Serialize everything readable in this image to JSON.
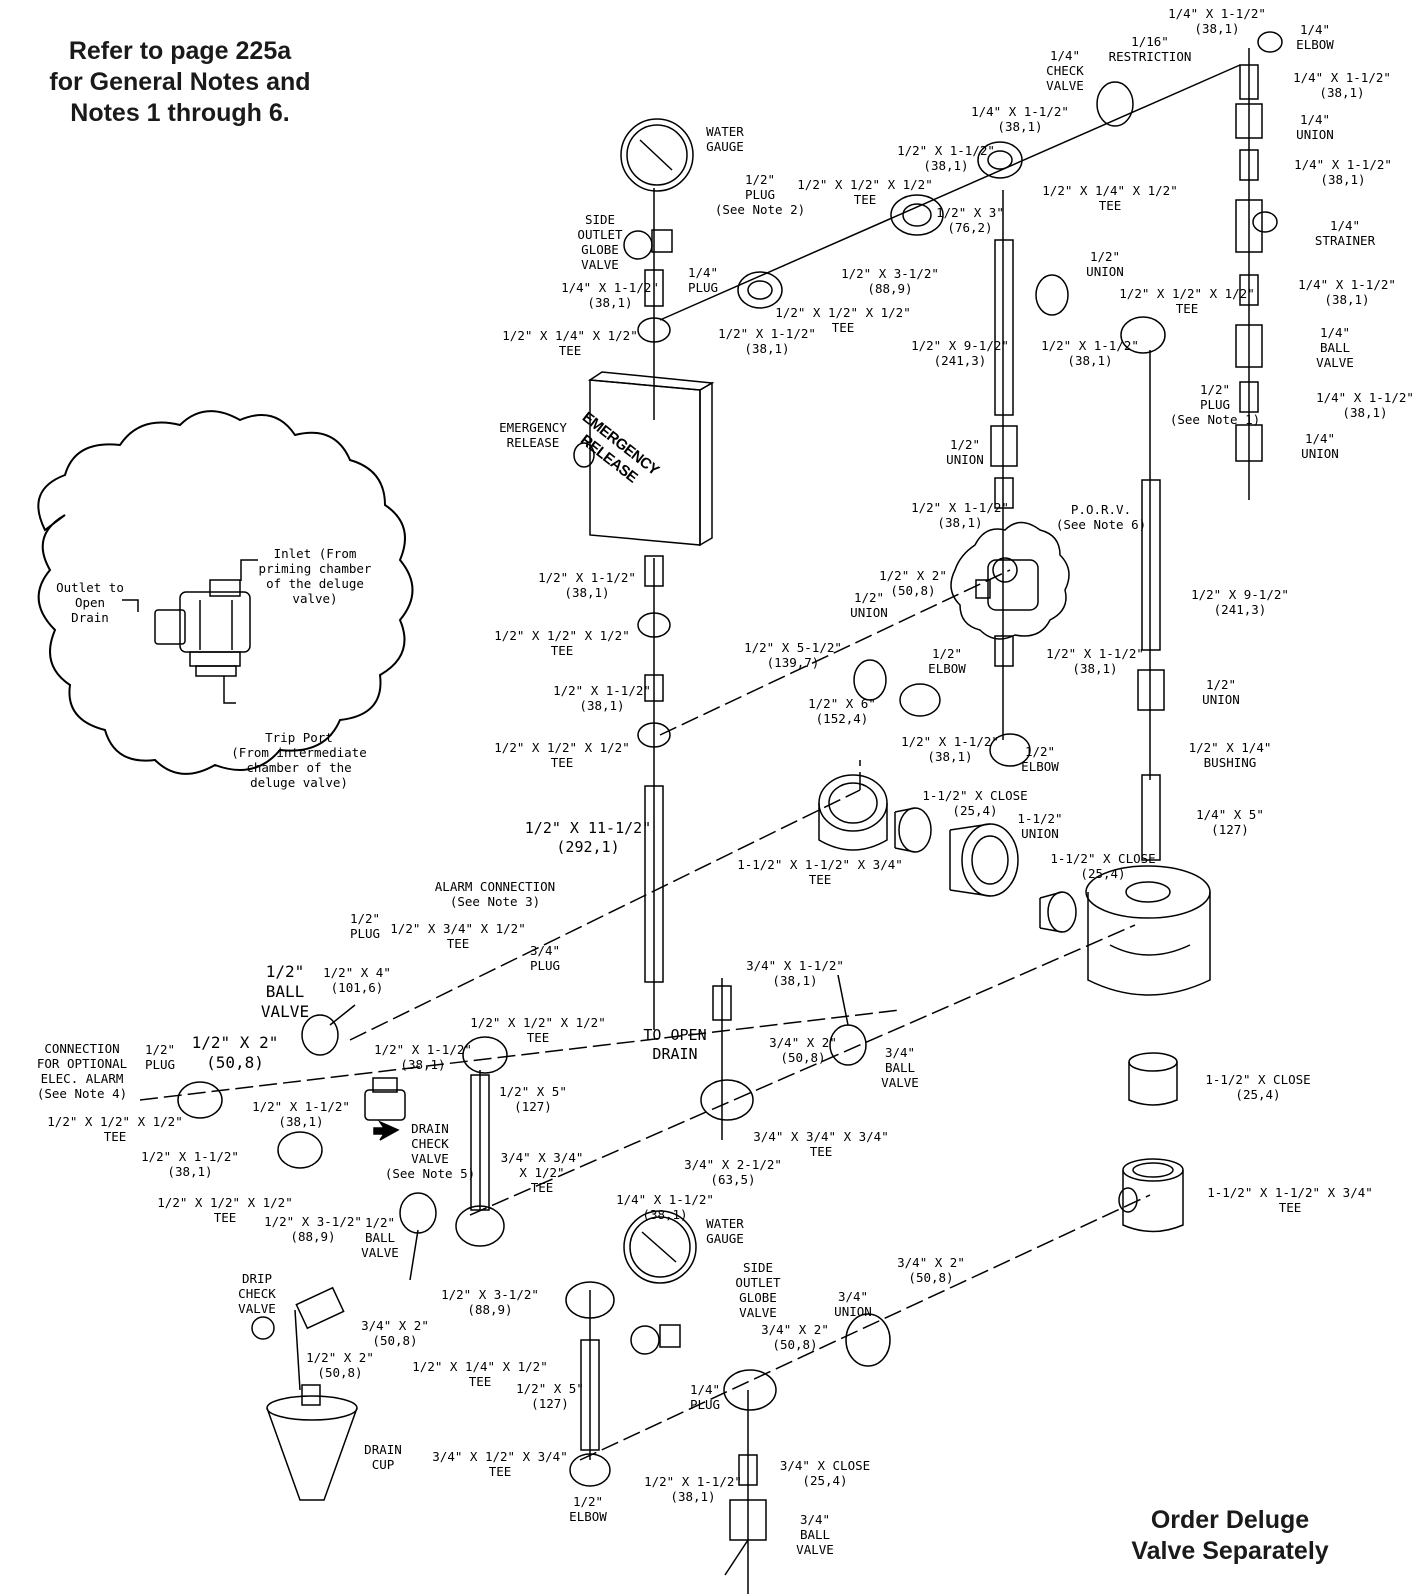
{
  "header_note": "Refer to page 225a\nfor General Notes and\nNotes 1 through 6.",
  "footer_note": "Order Deluge\nValve Separately",
  "box_face_text": "EMERGENCY\nRELEASE",
  "inset": {
    "outlet": "Outlet to\nOpen\nDrain",
    "inlet": "Inlet (From\npriming chamber\nof the deluge\nvalve)",
    "trip": "Trip Port\n(From intermediate\nchamber of the\ndeluge valve)"
  },
  "labels": {
    "t1": "1/4\" X 1-1/2\"\n(38,1)",
    "t2": "1/4\"\nELBOW",
    "t3": "1/16\"\nRESTRICTION",
    "t4": "1/4\"\nCHECK\nVALVE",
    "t5": "1/4\" X 1-1/2\"\n(38,1)",
    "t6": "1/4\"\nUNION",
    "t7": "1/4\" X 1-1/2\"\n(38,1)",
    "t8": "1/4\" X 1-1/2\"\n(38,1)",
    "t9": "WATER\nGAUGE",
    "t10": "1/2\" X 1-1/2\"\n(38,1)",
    "t11": "1/2\" X 1/2\" X 1/2\"\nTEE",
    "t12": "1/2\"\nPLUG\n(See Note 2)",
    "t13": "1/2\" X 1/4\" X 1/2\"\nTEE",
    "t14": "1/2\" X 3\"\n(76,2)",
    "t15": "1/4\"\nSTRAINER",
    "t16": "SIDE\nOUTLET\nGLOBE\nVALVE",
    "t17": "1/2\" X 3-1/2\"\n(88,9)",
    "t18": "1/2\"\nUNION",
    "t19": "1/4\"\nPLUG",
    "t20": "1/2\" X 1/2\" X 1/2\"\nTEE",
    "t21": "1/4\" X 1-1/2\"\n(38,1)",
    "t22": "1/4\" X 1-1/2\"\n(38,1)",
    "t23": "1/2\" X 1/2\" X 1/2\"\nTEE",
    "t24": "1/2\" X 1/4\" X 1/2\"\nTEE",
    "t25": "1/2\" X 1-1/2\"\n(38,1)",
    "t26": "1/4\"\nBALL\nVALVE",
    "t27": "1/2\" X 9-1/2\"\n(241,3)",
    "t28": "1/2\" X 1-1/2\"\n(38,1)",
    "t29": "1/2\"\nPLUG\n(See Note 1)",
    "t30": "1/4\" X 1-1/2\"\n(38,1)",
    "t31": "EMERGENCY\nRELEASE",
    "t32": "1/2\"\nUNION",
    "t33": "1/4\"\nUNION",
    "t34": "1/2\" X 1-1/2\"\n(38,1)",
    "t35": "P.O.R.V.\n(See Note 6)",
    "t36": "1/2\" X 1-1/2\"\n(38,1)",
    "t37": "1/2\" X 2\"\n(50,8)",
    "t38": "1/2\"\nUNION",
    "t39": "1/2\" X 9-1/2\"\n(241,3)",
    "t40": "1/2\" X 1/2\" X 1/2\"\nTEE",
    "t41": "1/2\" X 5-1/2\"\n(139,7)",
    "t42": "1/2\"\nELBOW",
    "t43": "1/2\" X 1-1/2\"\n(38,1)",
    "t44": "1/2\" X 1-1/2\"\n(38,1)",
    "t45": "1/2\" X 6\"\n(152,4)",
    "t46": "1/2\"\nUNION",
    "t47": "1/2\" X 1/2\" X 1/2\"\nTEE",
    "t48": "1/2\" X 1-1/2\"\n(38,1)",
    "t49": "1/2\"\nELBOW",
    "t50": "1/2\" X 1/4\"\nBUSHING",
    "t51": "1-1/2\" X CLOSE\n(25,4)",
    "t52": "1/4\" X 5\"\n(127)",
    "t53": "1/2\" X 11-1/2\"\n(292,1)",
    "t54": "1-1/2\"\nUNION",
    "t55": "1-1/2\" X 1-1/2\" X 3/4\"\nTEE",
    "t56": "1-1/2\" X CLOSE\n(25,4)",
    "t57": "ALARM CONNECTION\n(See Note 3)",
    "t58": "1/2\"\nPLUG",
    "t59": "1/2\" X 3/4\" X 1/2\"\nTEE",
    "t60": "3/4\"\nPLUG",
    "t61": "3/4\" X 1-1/2\"\n(38,1)",
    "t62": "1/2\"\nBALL\nVALVE",
    "t63": "1/2\" X 4\"\n(101,6)",
    "t64": "1/2\" X 2\"\n(50,8)",
    "t65": "1/2\" X 1/2\" X 1/2\"\nTEE",
    "t66": "TO OPEN\nDRAIN",
    "t67": "3/4\" X 2\"\n(50,8)",
    "t68": "3/4\"\nBALL\nVALVE",
    "t69": "1-1/2\" X CLOSE\n(25,4)",
    "t70": "CONNECTION\nFOR OPTIONAL\nELEC. ALARM\n(See Note 4)",
    "t71": "1/2\"\nPLUG",
    "t72": "1/2\" X 1-1/2\"\n(38,1)",
    "t73": "1/2\" X 5\"\n(127)",
    "t74": "1/2\" X 1-1/2\"\n(38,1)",
    "t75": "1/2\" X 1/2\" X 1/2\"\nTEE",
    "t76": "DRAIN\nCHECK\nVALVE\n(See Note 5)",
    "t77": "3/4\" X 3/4\" X 3/4\"\nTEE",
    "t78": "1/2\" X 1-1/2\"\n(38,1)",
    "t79": "3/4\" X 3/4\"\nX 1/2\"\nTEE",
    "t80": "3/4\" X 2-1/2\"\n(63,5)",
    "t81": "1-1/2\" X 1-1/2\" X 3/4\"\nTEE",
    "t82": "1/2\" X 1/2\" X 1/2\"\nTEE",
    "t83": "1/2\" X 3-1/2\"\n(88,9)",
    "t84": "1/2\"\nBALL\nVALVE",
    "t85": "1/4\" X 1-1/2\"\n(38,1)",
    "t86": "WATER\nGAUGE",
    "t87": "DRIP\nCHECK\nVALVE",
    "t88": "SIDE\nOUTLET\nGLOBE\nVALVE",
    "t89": "3/4\" X 2\"\n(50,8)",
    "t90": "1/2\" X 3-1/2\"\n(88,9)",
    "t91": "3/4\"\nUNION",
    "t92": "3/4\" X 2\"\n(50,8)",
    "t93": "3/4\" X 2\"\n(50,8)",
    "t94": "1/2\" X 1/4\" X 1/2\"\nTEE",
    "t95": "1/2\" X 2\"\n(50,8)",
    "t96": "1/2\" X 5\"\n(127)",
    "t97": "1/4\"\nPLUG",
    "t98": "DRAIN\nCUP",
    "t99": "3/4\" X 1/2\" X 3/4\"\nTEE",
    "t100": "3/4\" X CLOSE\n(25,4)",
    "t101": "1/2\" X 1-1/2\"\n(38,1)",
    "t102": "1/2\"\nELBOW",
    "t103": "3/4\"\nBALL\nVALVE"
  }
}
